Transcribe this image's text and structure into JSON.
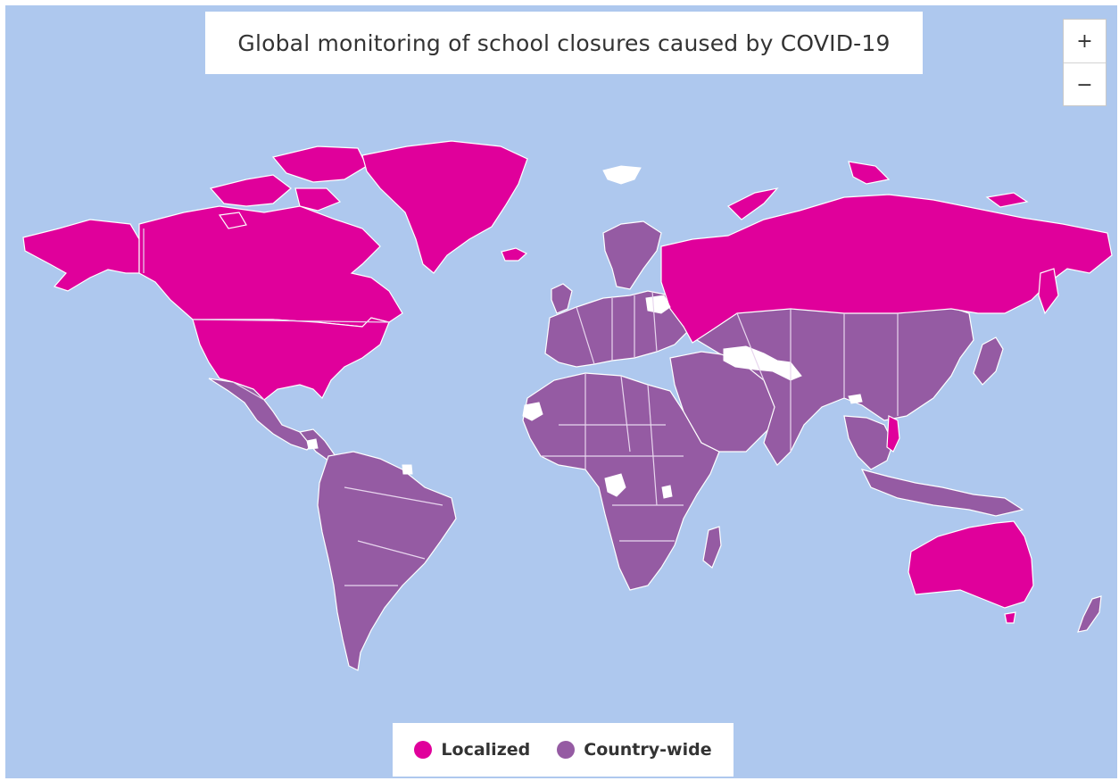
{
  "map": {
    "title": "Global monitoring of school closures caused by COVID-19",
    "zoom_in_label": "+",
    "zoom_out_label": "−"
  },
  "legend": {
    "items": [
      {
        "label": "Localized",
        "color": "#e0009b"
      },
      {
        "label": "Country-wide",
        "color": "#955ba3"
      }
    ]
  },
  "colors": {
    "ocean": "#aec8ee",
    "localized": "#e0009b",
    "country_wide": "#955ba3",
    "no_data": "#ffffff"
  }
}
